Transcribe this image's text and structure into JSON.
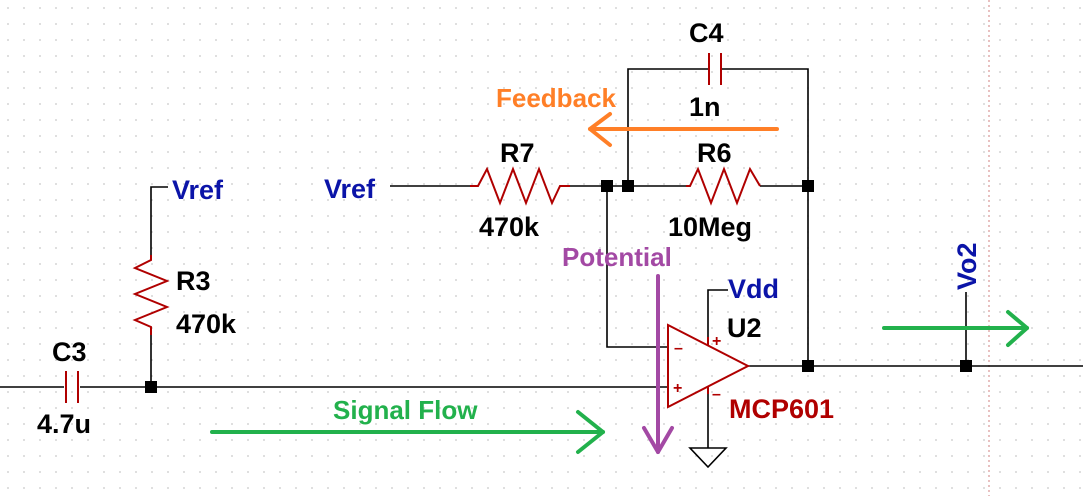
{
  "components": {
    "c3": {
      "name": "C3",
      "value": "4.7u"
    },
    "c4": {
      "name": "C4",
      "value": "1n"
    },
    "r3": {
      "name": "R3",
      "value": "470k"
    },
    "r7": {
      "name": "R7",
      "value": "470k"
    },
    "r6": {
      "name": "R6",
      "value": "10Meg"
    },
    "u2": {
      "name": "U2",
      "value": "MCP601",
      "pin_minus": "–",
      "pin_plus": "+"
    }
  },
  "nets": {
    "vref_left": "Vref",
    "vref_right": "Vref",
    "vdd": "Vdd",
    "vo2": "Vo2"
  },
  "annotations": {
    "feedback": "Feedback",
    "potential": "Potential",
    "signal_flow": "Signal Flow"
  },
  "colors": {
    "wire": "#000000",
    "component": "#b00000",
    "net_label": "#0b14a8",
    "signal_arrow": "#22b14c",
    "feedback_arrow": "#ff7f27",
    "potential_arrow": "#a349a4"
  }
}
